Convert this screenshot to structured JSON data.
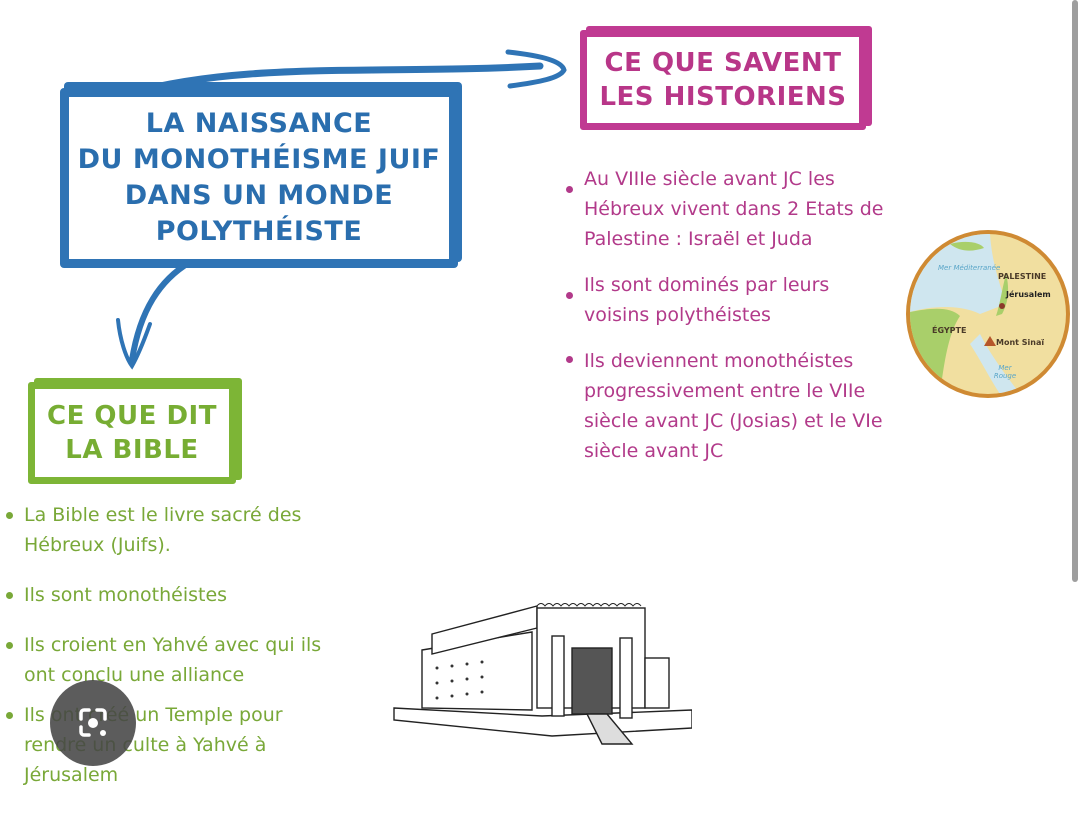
{
  "title": {
    "lines": [
      "LA NAISSANCE",
      "DU MONOTHÉISME JUIF",
      "DANS UN MONDE",
      "POLYTHÉISTE"
    ],
    "color": "#2f74b5"
  },
  "historians": {
    "heading": [
      "CE QUE SAVENT",
      "LES HISTORIENS"
    ],
    "color": "#c03a92",
    "points": [
      "Au VIIIe siècle avant JC les Hébreux vivent dans 2 Etats de Palestine : Israël et Juda",
      "Ils sont dominés par leurs voisins polythéistes",
      "Ils deviennent monothéistes progressivement entre le VIIe siècle avant JC (Josias) et le VIe siècle avant JC"
    ]
  },
  "bible": {
    "heading": [
      "CE QUE DIT",
      "LA BIBLE"
    ],
    "color": "#7db536",
    "points": [
      "La Bible est le livre sacré des Hébreux (Juifs).",
      "Ils sont monothéistes",
      "Ils croient en Yahvé avec qui ils ont conclu une alliance",
      "Ils ont créé un Temple pour rendre un culte à Yahvé à Jérusalem"
    ]
  },
  "map": {
    "labels": {
      "sea1": "Mer Méditerranée",
      "palestine": "PALESTINE",
      "jerusalem": "Jérusalem",
      "egypt": "ÉGYPTE",
      "sinai": "Mont Sinaï",
      "sea2": "Mer Rouge"
    }
  },
  "image": {
    "temple_alt": "temple-illustration"
  },
  "overlay": {
    "lens_icon": "google-lens-icon"
  }
}
